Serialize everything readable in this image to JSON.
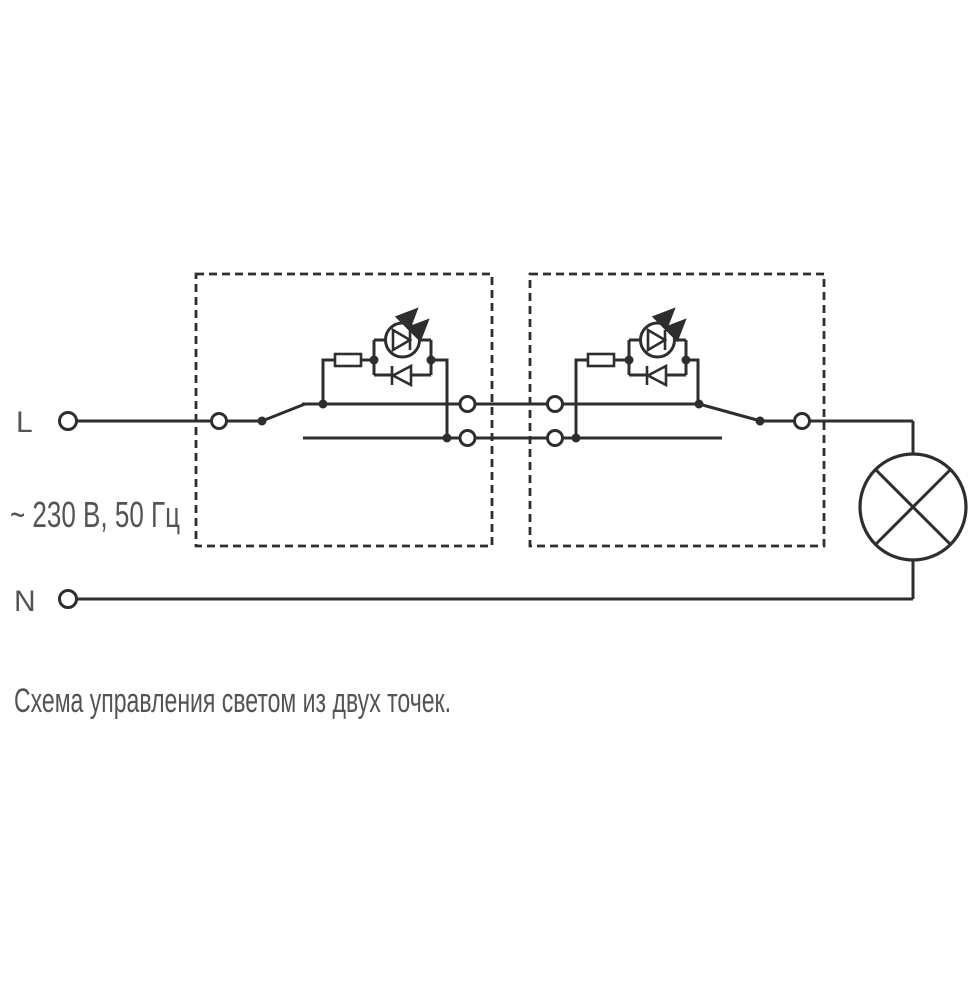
{
  "labels": {
    "line": "L",
    "neutral": "N"
  },
  "voltage_note": "~ 230 В, 50 Гц",
  "caption": "Схема управления светом из двух точек.",
  "colors": {
    "wire": "#2e2e30",
    "text": "#545457",
    "background": "#ffffff"
  }
}
